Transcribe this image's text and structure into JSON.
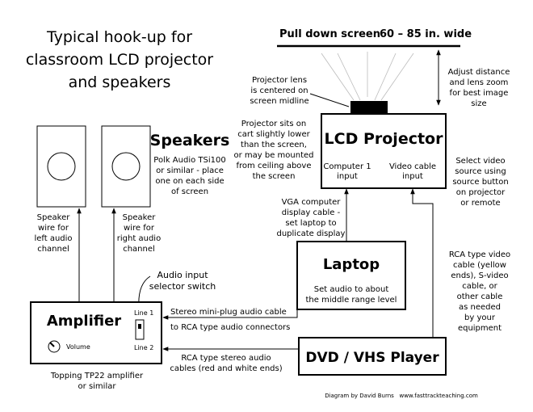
{
  "title": [
    "Typical hook-up for",
    "classroom LCD projector",
    "and speakers"
  ],
  "screen": {
    "label": "Pull down screen",
    "size": "60 – 85 in. wide"
  },
  "notes": {
    "adjust": [
      "Adjust distance",
      "and lens zoom",
      "for best image",
      "size"
    ],
    "lens": [
      "Projector lens",
      "is centered on",
      "screen midline"
    ],
    "projector_position": [
      "Projector sits on",
      "cart slightly lower",
      "than the screen,",
      "or may be mounted",
      "from ceiling above",
      "the screen"
    ],
    "select_video": [
      "Select video",
      "source using",
      "source button",
      "on projector",
      "or remote"
    ],
    "vga": [
      "VGA computer",
      "display cable -",
      "set laptop to",
      "duplicate display"
    ],
    "rca_video": [
      "RCA type video",
      "cable (yellow",
      "ends), S-video",
      "cable, or",
      "other cable",
      "as needed",
      "by your",
      "equipment"
    ],
    "left_wire": [
      "Speaker",
      "wire for",
      "left audio",
      "channel"
    ],
    "right_wire": [
      "Speaker",
      "wire for",
      "right audio",
      "channel"
    ],
    "audio_selector": [
      "Audio input",
      "selector switch"
    ],
    "stereo_cable": "Stereo mini-plug audio cable",
    "rca_connectors": "to RCA type audio connectors",
    "rca_stereo": [
      "RCA type stereo audio",
      "cables (red and white ends)"
    ],
    "amp_model": [
      "Topping TP22 amplifier",
      "or similar"
    ]
  },
  "speakers": {
    "title": "Speakers",
    "desc": [
      "Polk Audio TSi100",
      "or similar - place",
      "one on each side",
      "of screen"
    ]
  },
  "projector": {
    "title": "LCD Projector",
    "input1": [
      "Computer 1",
      "input"
    ],
    "input2": [
      "Video cable",
      "input"
    ]
  },
  "laptop": {
    "title": "Laptop",
    "desc": [
      "Set audio to about",
      "the middle range level"
    ]
  },
  "amplifier": {
    "title": "Amplifier",
    "line1": "Line 1",
    "line2": "Line 2",
    "volume": "Volume"
  },
  "dvd": {
    "title": "DVD / VHS Player"
  },
  "credit": "Diagram by David Burns   www.fasttrackteaching.com"
}
